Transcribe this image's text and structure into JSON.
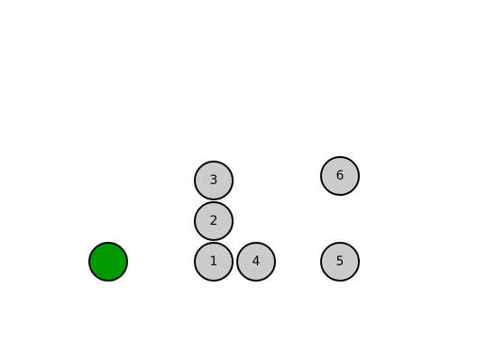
{
  "player_ball": {
    "color": "#009900"
  },
  "balls": [
    {
      "label": "1",
      "color": "#cccccc"
    },
    {
      "label": "2",
      "color": "#cccccc"
    },
    {
      "label": "3",
      "color": "#cccccc"
    },
    {
      "label": "4",
      "color": "#cccccc"
    },
    {
      "label": "5",
      "color": "#cccccc"
    },
    {
      "label": "6",
      "color": "#cccccc"
    }
  ]
}
